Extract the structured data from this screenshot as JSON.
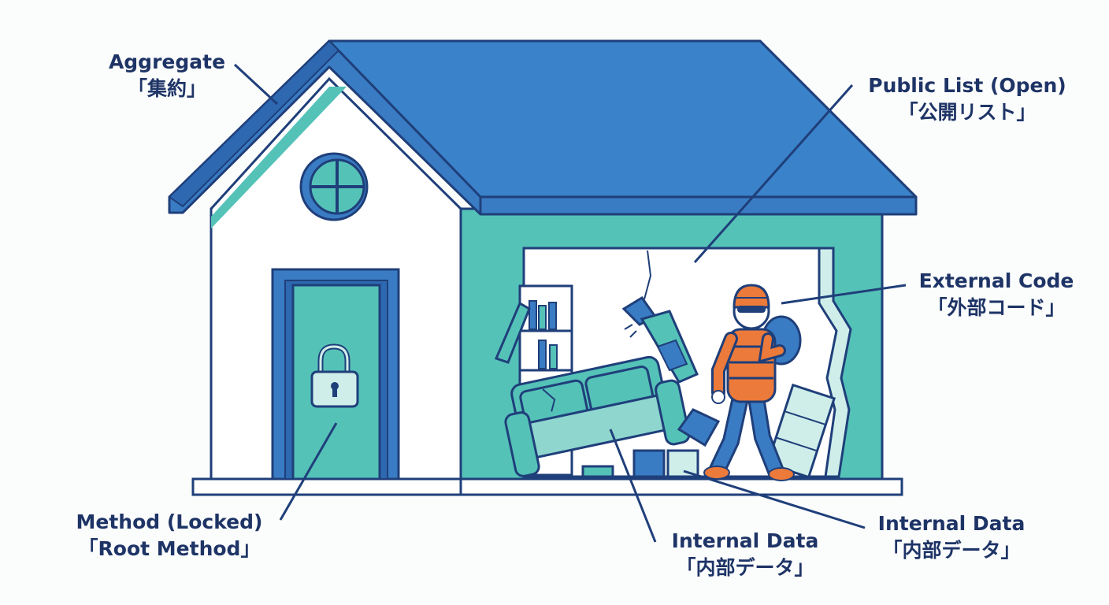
{
  "labels": {
    "aggregate": {
      "en": "Aggregate",
      "ja": "「集約」"
    },
    "public_list": {
      "en": "Public List (Open)",
      "ja": "「公開リスト」"
    },
    "external_code": {
      "en": "External Code",
      "ja": "「外部コード」"
    },
    "method": {
      "en": "Method (Locked)",
      "ja": "「Root Method」"
    },
    "internal_data_1": {
      "en": "Internal Data",
      "ja": "「内部データ」"
    },
    "internal_data_2": {
      "en": "Internal Data",
      "ja": "「内部データ」"
    }
  },
  "colors": {
    "roof": "#3a7cc4",
    "outline": "#1f3f7a",
    "teal": "#55c2b8",
    "thief_orange": "#ec7a3a",
    "text": "#1e3466"
  },
  "icons": [
    "padlock-icon",
    "round-window-icon",
    "thief-figure",
    "sofa-icon",
    "bookshelf-icon"
  ]
}
